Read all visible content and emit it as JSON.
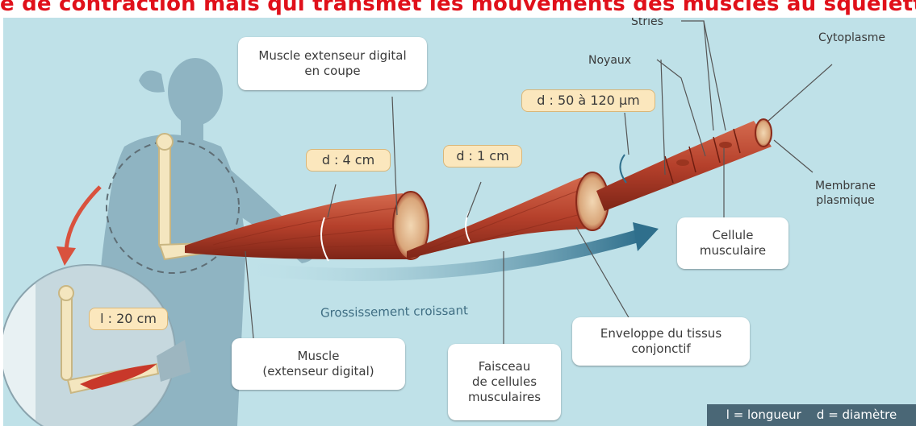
{
  "headline": "e de contraction mais qui transmet les mouvements des muscles au squelette.",
  "callouts": {
    "muscle_extenseur_coupe": "Muscle extenseur digital\nen coupe",
    "muscle": "Muscle\n(extenseur digital)",
    "faisceau": "Faisceau\nde cellules\nmusculaires",
    "enveloppe": "Enveloppe du tissus\nconjonctif",
    "cellule": "Cellule\nmusculaire"
  },
  "measures": {
    "d4": "d : 4 cm",
    "d1": "d : 1 cm",
    "d50": "d : 50 à 120 µm",
    "l20": "l : 20 cm"
  },
  "labels": {
    "stries": "Stries",
    "noyaux": "Noyaux",
    "cytoplasme": "Cytoplasme",
    "membrane": "Membrane\nplasmique"
  },
  "arrow_text": "Grossissement croissant",
  "legend": "l = longueur    d = diamètre",
  "colors": {
    "background": "#bfe1e8",
    "muscle": "#b5402b",
    "headline": "#e0101a",
    "legend_bg": "#4a6776",
    "tag_bg": "#fbe7bd"
  }
}
